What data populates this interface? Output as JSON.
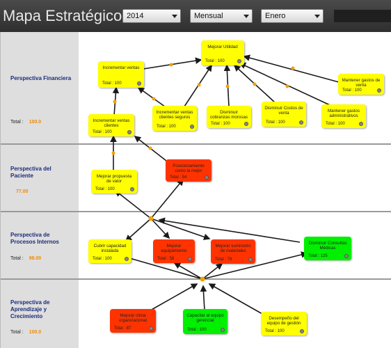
{
  "header": {
    "title": "Mapa Estratégico",
    "year": "2014",
    "period": "Mensual",
    "month": "Enero"
  },
  "lanes": [
    {
      "title": "Perspectiva Financiera",
      "total_label": "Total :",
      "total_value": "100.0"
    },
    {
      "title": "Perspectiva del Paciente",
      "total_label": "",
      "total_value": "77.00"
    },
    {
      "title": "Perspectiva de Procesos Internos",
      "total_label": "Total :",
      "total_value": "98.00"
    },
    {
      "title": "Perspectiva de Aprendizaje y Crecimiento",
      "total_label": "Total :",
      "total_value": "100.0"
    }
  ],
  "nodes": {
    "mejorar_utilidad": {
      "label": "Mejorar Utilidad",
      "total": "Total : 100",
      "status": "yellow"
    },
    "incrementar_ventas": {
      "label": "Incrementar ventas",
      "total": "Total : 100",
      "status": "yellow"
    },
    "mantener_gastos_venta": {
      "label": "Mantener gastos de venta",
      "total": "Total : 100",
      "status": "yellow"
    },
    "incrementar_ventas_clientes": {
      "label": "Incrementar ventas clientes",
      "total": "Total : 100",
      "status": "yellow"
    },
    "incrementar_ventas_seguros": {
      "label": "Incrementar ventas clientes seguros",
      "total": "Total : 100",
      "status": "yellow"
    },
    "disminuir_cobranzas": {
      "label": "Disminuir cobranzas morosas",
      "total": "Total : 100",
      "status": "yellow"
    },
    "disminuir_costos": {
      "label": "Disminuir Costos de venta",
      "total": "Total : 100",
      "status": "yellow"
    },
    "mantener_gastos_admin": {
      "label": "Mantener gastos administrativos",
      "total": "Total : 100",
      "status": "yellow"
    },
    "mejorar_propuesta": {
      "label": "Mejorar propuesta de valor",
      "total": "Total : 100",
      "status": "yellow"
    },
    "posicionamiento": {
      "label": "Posicionamiento como la mejor",
      "total": "Total : 54",
      "status": "red"
    },
    "cubrir_capacidad": {
      "label": "Cubrir capacidad instalada",
      "total": "Total : 100",
      "status": "yellow"
    },
    "mejorar_equipamiento": {
      "label": "Mejorar equipamiento",
      "total": "Total : 58",
      "status": "red"
    },
    "mejorar_suministro": {
      "label": "Mejorar suministro de materiales",
      "total": "Total : 79",
      "status": "red"
    },
    "disminuir_consultas": {
      "label": "Disminuir Consultas Médicas",
      "total": "Total : 125",
      "status": "green"
    },
    "mejorar_clima": {
      "label": "Mejorar clima organizacional",
      "total": "Total : 87",
      "status": "red"
    },
    "capacitar_equipo": {
      "label": "Capacitar al equipo gerencial",
      "total": "Total : 100",
      "status": "green"
    },
    "desempeno_equipo": {
      "label": "Desempeño del equipo de gestión",
      "total": "Total : 100",
      "status": "yellow"
    }
  },
  "colors": {
    "yellow": "#ffff00",
    "red": "#ff3300",
    "green": "#00f000",
    "hub": "#f5a000",
    "line": "#1a1a1a"
  }
}
